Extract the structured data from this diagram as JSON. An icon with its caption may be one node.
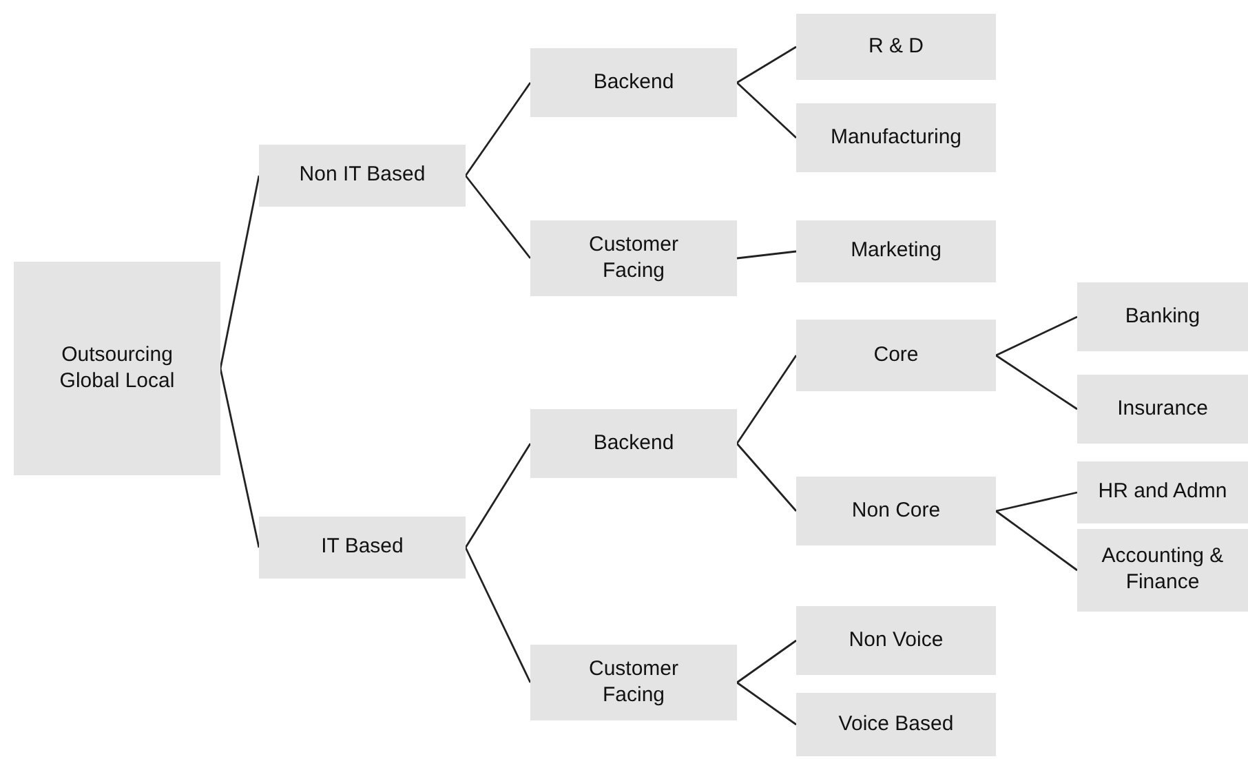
{
  "diagram": {
    "nodes": [
      {
        "text": [
          "Outsourcing Global Local"
        ]
      },
      {
        "text": [
          "Non IT Based"
        ]
      },
      {
        "text": [
          "Backend"
        ]
      },
      {
        "text": [
          "R & D"
        ]
      },
      {
        "text": [
          "Manufacturing"
        ]
      },
      {
        "text": [
          "Customer Facing"
        ]
      },
      {
        "text": [
          "Marketing"
        ]
      },
      {
        "text": [
          "IT Based"
        ]
      },
      {
        "text": [
          "Backend"
        ]
      },
      {
        "text": [
          "Core"
        ]
      },
      {
        "text": [
          "Banking"
        ]
      },
      {
        "text": [
          "Insurance"
        ]
      },
      {
        "text": [
          "Non Core"
        ]
      },
      {
        "text": [
          "HR and Admn"
        ]
      },
      {
        "text": [
          "Accounting & Finance"
        ]
      },
      {
        "text": [
          "Customer Facing"
        ]
      },
      {
        "text": [
          "Non Voice"
        ]
      },
      {
        "text": [
          "Voice Based"
        ]
      }
    ],
    "edges": [
      {
        "from": 0,
        "to": 1,
        "arrow": "none"
      },
      {
        "from": 0,
        "to": 7,
        "arrow": "none"
      },
      {
        "from": 1,
        "to": 2,
        "arrow": "none"
      },
      {
        "from": 1,
        "to": 5,
        "arrow": "none"
      },
      {
        "from": 2,
        "to": 3,
        "arrow": "none"
      },
      {
        "from": 2,
        "to": 4,
        "arrow": "none"
      },
      {
        "from": 5,
        "to": 6,
        "arrow": "none"
      },
      {
        "from": 7,
        "to": 8,
        "arrow": "none"
      },
      {
        "from": 7,
        "to": 15,
        "arrow": "none"
      },
      {
        "from": 8,
        "to": 9,
        "arrow": "none"
      },
      {
        "from": 8,
        "to": 12,
        "arrow": "none"
      },
      {
        "from": 9,
        "to": 10,
        "arrow": "none"
      },
      {
        "from": 9,
        "to": 11,
        "arrow": "none"
      },
      {
        "from": 12,
        "to": 13,
        "arrow": "none"
      },
      {
        "from": 12,
        "to": 14,
        "arrow": "none"
      },
      {
        "from": 15,
        "to": 16,
        "arrow": "none"
      },
      {
        "from": 15,
        "to": 17,
        "arrow": "none"
      }
    ]
  }
}
